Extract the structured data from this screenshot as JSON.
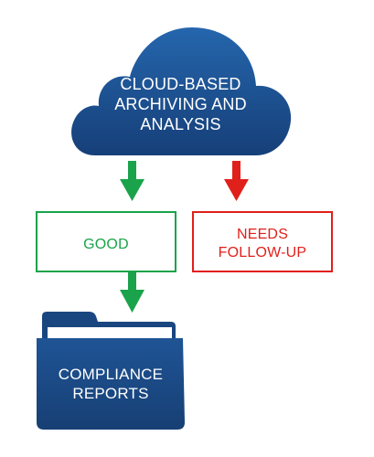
{
  "cloud": {
    "line1": "CLOUD-BASED",
    "line2": "ARCHIVING AND",
    "line3": "ANALYSIS"
  },
  "good_box": {
    "label": "GOOD"
  },
  "followup_box": {
    "line1": "NEEDS",
    "line2": "FOLLOW-UP"
  },
  "folder": {
    "line1": "COMPLIANCE",
    "line2": "REPORTS"
  },
  "colors": {
    "cloud_blue": "#1b4f8f",
    "folder_blue": "#1d4c8a",
    "good_green": "#1aa34a",
    "followup_red": "#e0201b"
  }
}
